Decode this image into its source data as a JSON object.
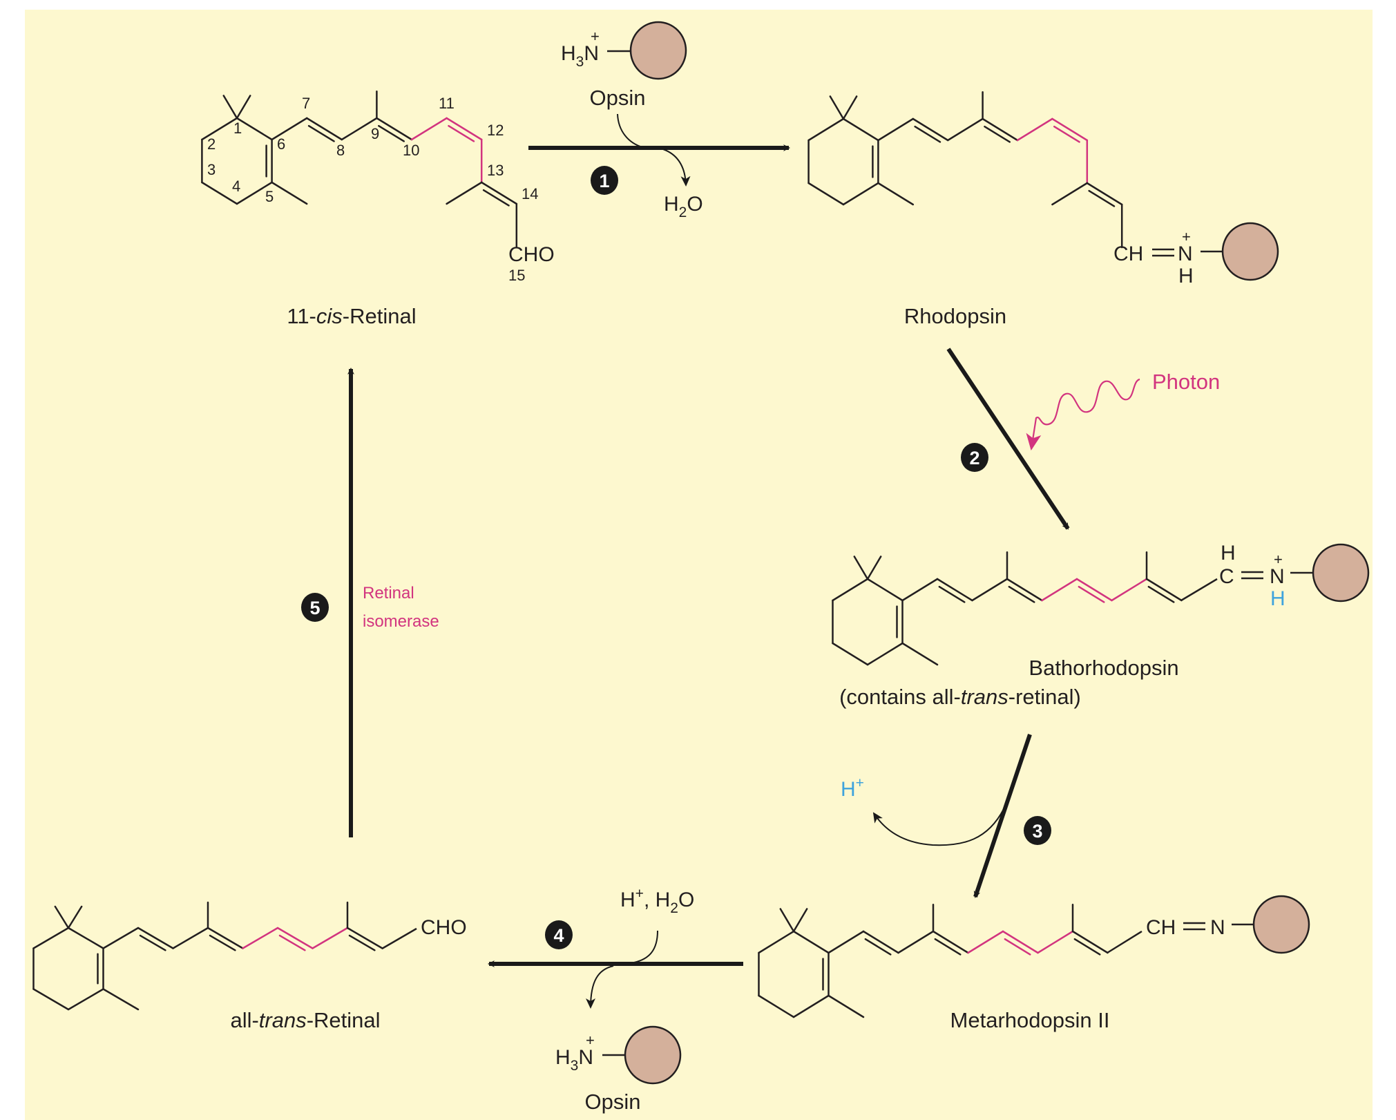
{
  "figure": {
    "title": "Visual cycle of rhodopsin",
    "colors": {
      "background": "#fdf8cf",
      "bond": "#231f20",
      "highlight": "#d2347f",
      "proton": "#3ea3dd",
      "opsin_fill": "#d4b09b",
      "badge": "#1a1a1a"
    }
  },
  "molecules": {
    "cis_retinal": {
      "name": "11-cis-Retinal",
      "name_parts": [
        "11-",
        "cis",
        "-Retinal"
      ],
      "end_group": "CHO",
      "carbon_numbers": [
        "1",
        "2",
        "3",
        "4",
        "5",
        "6",
        "7",
        "8",
        "9",
        "10",
        "11",
        "12",
        "13",
        "14",
        "15"
      ]
    },
    "rhodopsin": {
      "name": "Rhodopsin",
      "linkage": {
        "c": "CH",
        "bond": "=",
        "n": "N",
        "charge": "+",
        "h": "H"
      }
    },
    "bathorhodopsin": {
      "name": "Bathorhodopsin",
      "note_parts": [
        "(contains all-",
        "trans",
        "-retinal)"
      ],
      "linkage": {
        "h_top": "H",
        "c": "C",
        "n": "N",
        "charge": "+",
        "h": "H"
      }
    },
    "metarhodopsin": {
      "name": "Metarhodopsin II",
      "linkage": {
        "c": "CH",
        "n": "N"
      }
    },
    "trans_retinal": {
      "name_parts": [
        "all-",
        "trans",
        "-Retinal"
      ],
      "end_group": "CHO"
    }
  },
  "opsin": {
    "label": "Opsin",
    "group": {
      "h": "H",
      "sub": "3",
      "n": "N",
      "charge": "+"
    }
  },
  "steps": [
    {
      "number": "1",
      "by_product": {
        "h": "H",
        "sub": "2",
        "o": "O"
      },
      "reactant": "Opsin"
    },
    {
      "number": "2",
      "input": "Photon"
    },
    {
      "number": "3",
      "by_product": {
        "h": "H",
        "charge": "+"
      }
    },
    {
      "number": "4",
      "reagents": {
        "h": "H",
        "plus": "+",
        "sep": ", ",
        "h2": "H",
        "sub": "2",
        "o": "O"
      },
      "product": "Opsin"
    },
    {
      "number": "5",
      "enzyme_line1": "Retinal",
      "enzyme_line2": "isomerase"
    }
  ]
}
